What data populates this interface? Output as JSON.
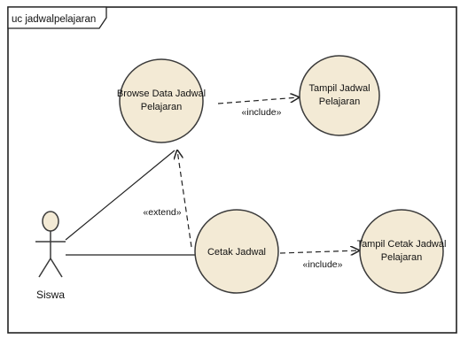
{
  "frame": {
    "title": "uc jadwalpelajaran"
  },
  "actor": {
    "name": "Siswa"
  },
  "use_cases": [
    {
      "id": "browse",
      "lines": [
        "Browse Data Jadwal",
        "Pelajaran"
      ]
    },
    {
      "id": "tampil",
      "lines": [
        "Tampil Jadwal",
        "Pelajaran"
      ]
    },
    {
      "id": "cetak",
      "lines": [
        "Cetak Jadwal"
      ]
    },
    {
      "id": "tampilcetak",
      "lines": [
        "Tampil Cetak Jadwal",
        "Pelajaran"
      ]
    }
  ],
  "relations": {
    "include_label": "«include»",
    "extend_label": "«extend»"
  },
  "colors": {
    "usecase_fill": "#f3ead5",
    "stroke": "#3a3a3a"
  }
}
